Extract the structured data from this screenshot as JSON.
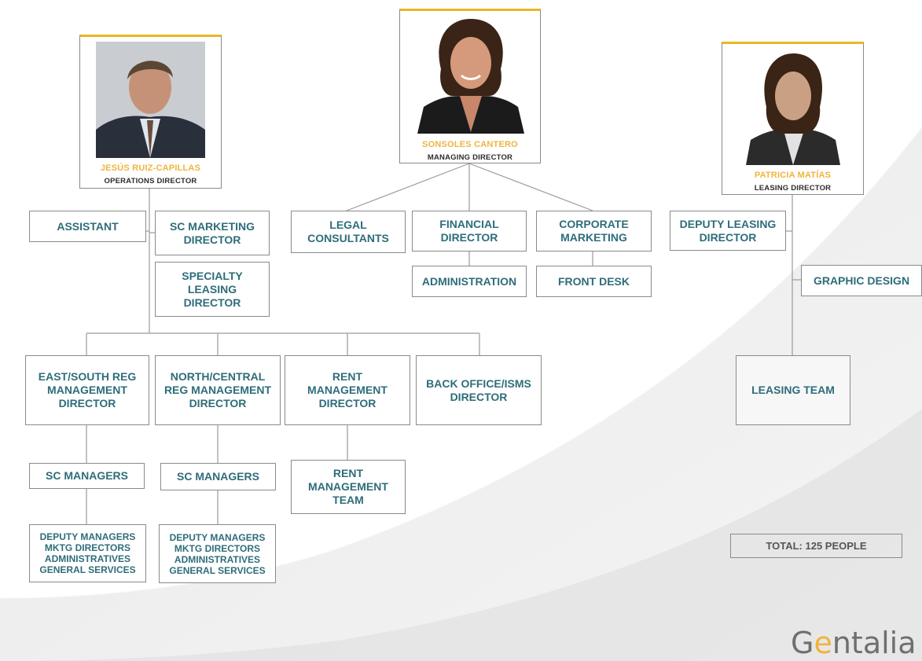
{
  "people": {
    "operations": {
      "name": "JESÚS RUIZ-CAPILLAS",
      "title": "OPERATIONS DIRECTOR",
      "photo_icon": "person-photo"
    },
    "managing": {
      "name": "SONSOLES CANTERO",
      "title": "MANAGING DIRECTOR",
      "photo_icon": "person-photo"
    },
    "leasing": {
      "name": "PATRICIA MATÍAS",
      "title": "LEASING DIRECTOR",
      "photo_icon": "person-photo"
    }
  },
  "units": {
    "assistant": "ASSISTANT",
    "sc_marketing_director": "SC MARKETING\nDIRECTOR",
    "specialty_leasing_director": "SPECIALTY\nLEASING\nDIRECTOR",
    "legal_consultants": "LEGAL\nCONSULTANTS",
    "financial_director": "FINANCIAL\nDIRECTOR",
    "corporate_marketing": "CORPORATE\nMARKETING",
    "administration": "ADMINISTRATION",
    "front_desk": "FRONT DESK",
    "deputy_leasing_director": "DEPUTY LEASING\nDIRECTOR",
    "graphic_design": "GRAPHIC DESIGN",
    "leasing_team": "LEASING TEAM",
    "east_south": "EAST/SOUTH REG\nMANAGEMENT\nDIRECTOR",
    "north_central": "NORTH/CENTRAL\nREG MANAGEMENT\nDIRECTOR",
    "rent_management_director": "RENT\nMANAGEMENT\nDIRECTOR",
    "back_office": "BACK OFFICE/ISMS\nDIRECTOR",
    "sc_managers_1": "SC MANAGERS",
    "sc_managers_2": "SC MANAGERS",
    "rent_management_team": "RENT\nMANAGEMENT\nTEAM",
    "staff_1": "DEPUTY MANAGERS\nMKTG DIRECTORS\nADMINISTRATIVES\nGENERAL SERVICES",
    "staff_2": "DEPUTY MANAGERS\nMKTG DIRECTORS\nADMINISTRATIVES\nGENERAL SERVICES"
  },
  "total": "TOTAL: 125 PEOPLE",
  "logo": {
    "before": "G",
    "accent": "e",
    "after": "ntalia"
  },
  "colors": {
    "accent_gold": "#e8b824",
    "name_gold": "#f0b43c",
    "box_text_teal": "#2e6d7a",
    "line_gray": "#9a9a9a"
  }
}
